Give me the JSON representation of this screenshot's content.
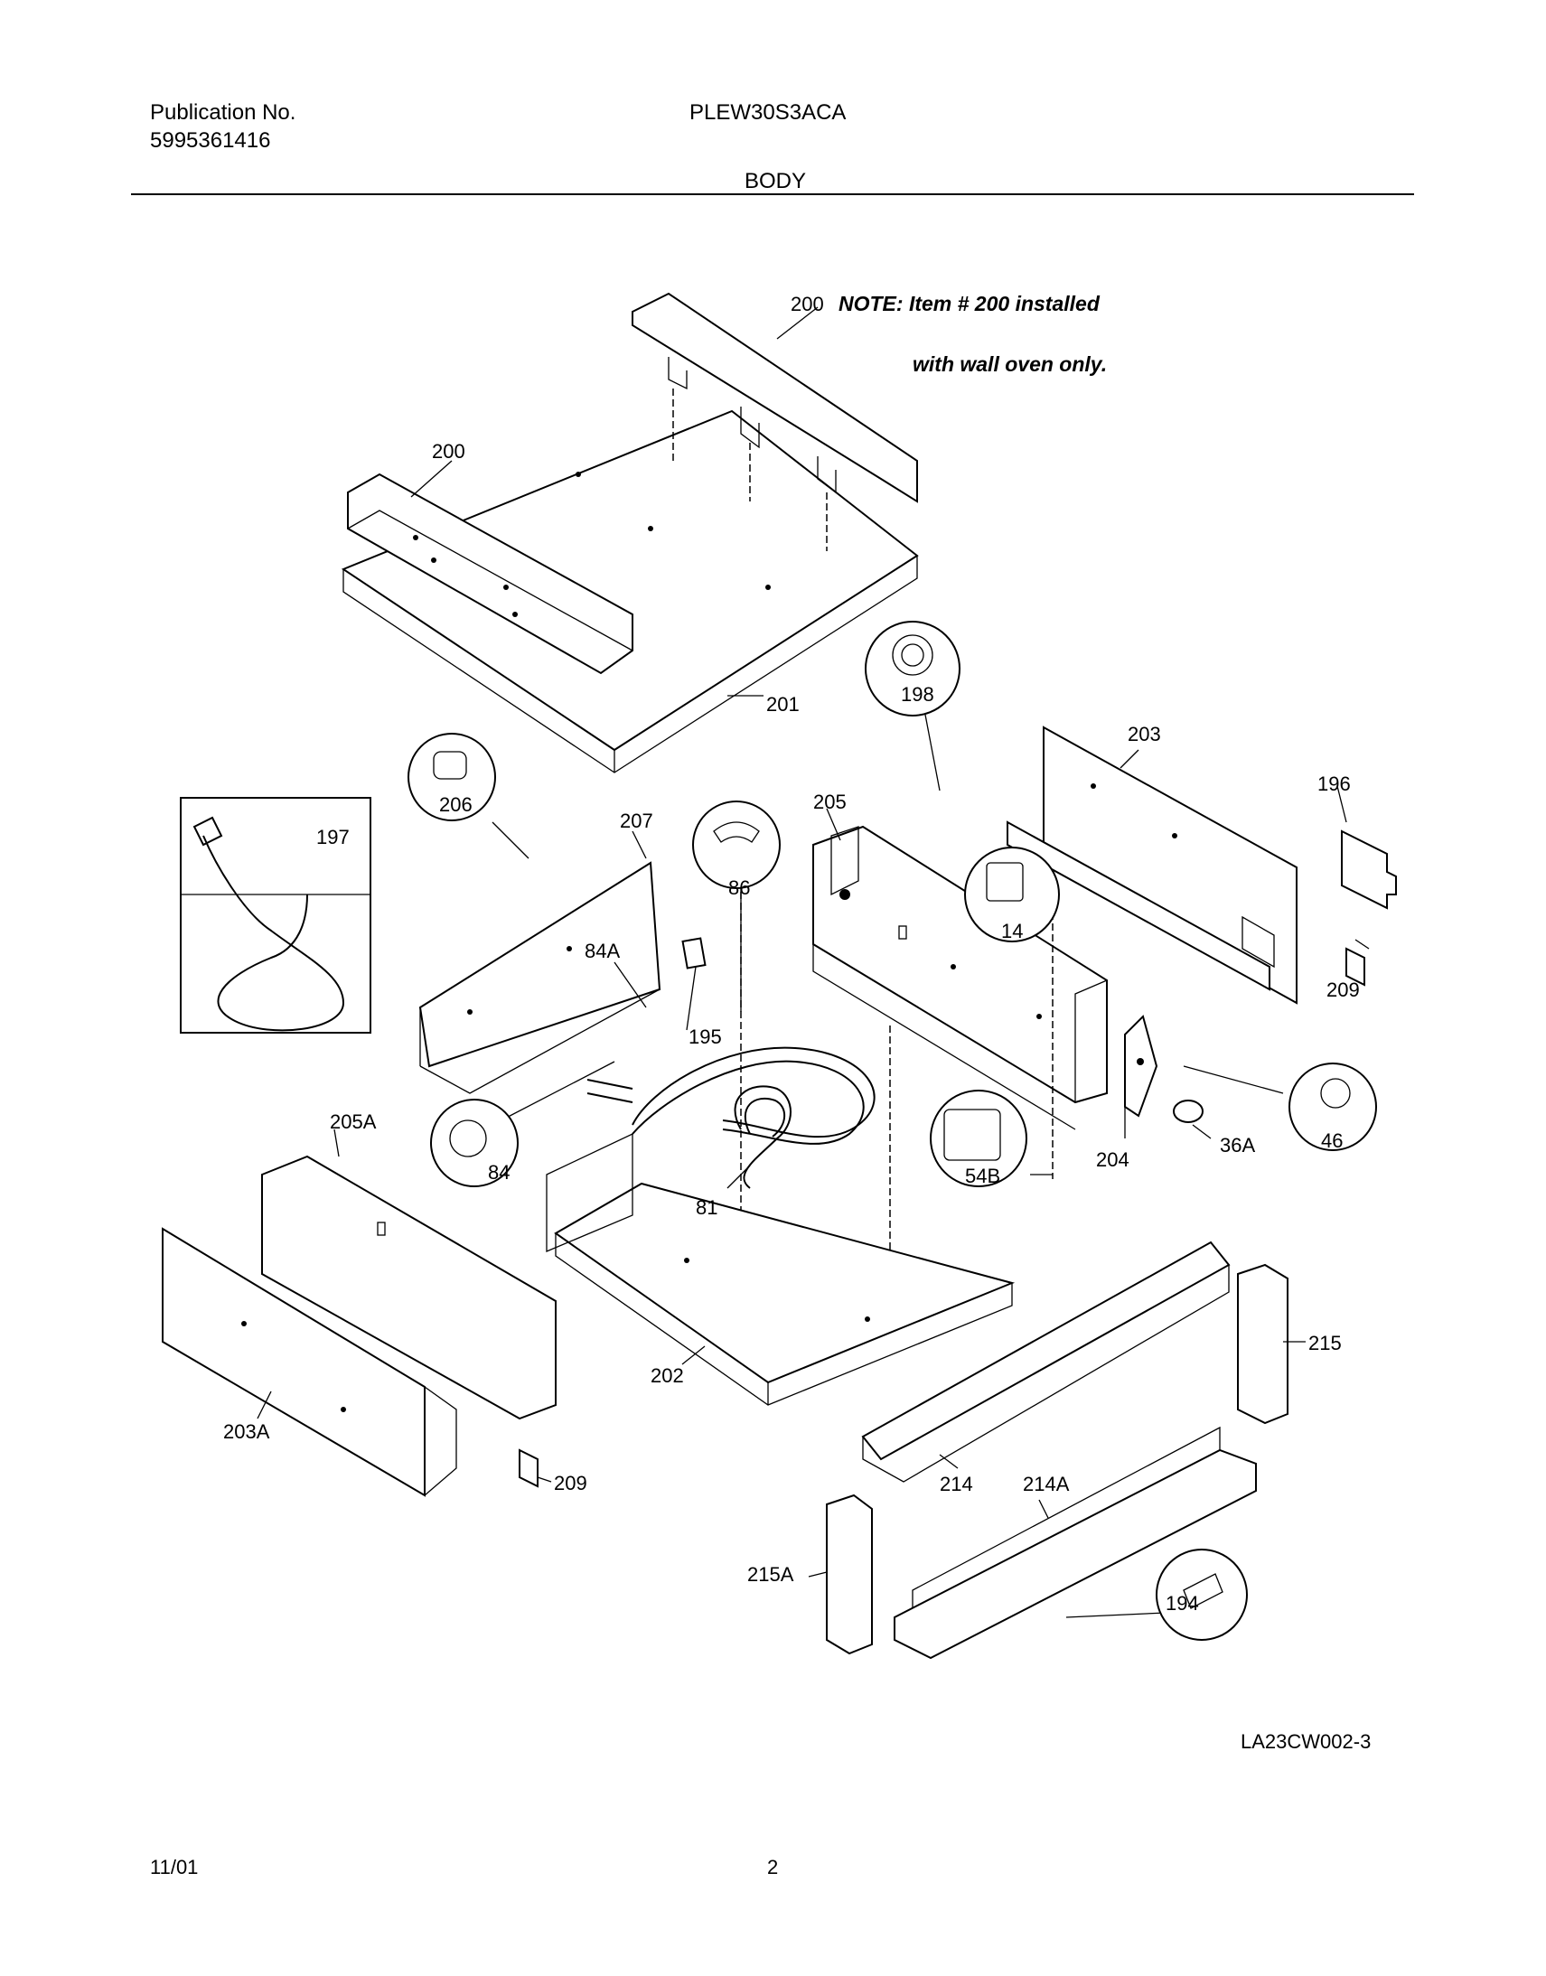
{
  "header": {
    "publication_label": "Publication No.",
    "publication_number": "5995361416",
    "model": "PLEW30S3ACA",
    "section": "BODY"
  },
  "note": {
    "line1": "NOTE: Item # 200 installed",
    "line2": "with wall oven only."
  },
  "callouts": {
    "c200_top": "200",
    "c200_left": "200",
    "c201": "201",
    "c198": "198",
    "c203": "203",
    "c196": "196",
    "c206": "206",
    "c197": "197",
    "c207": "207",
    "c86": "86",
    "c205": "205",
    "c14": "14",
    "c84A": "84A",
    "c195": "195",
    "c209_right": "209",
    "c204": "204",
    "c36A": "36A",
    "c46": "46",
    "c54B": "54B",
    "c84": "84",
    "c81": "81",
    "c205A": "205A",
    "c215": "215",
    "c202": "202",
    "c203A": "203A",
    "c209_left": "209",
    "c214": "214",
    "c214A": "214A",
    "c215A": "215A",
    "c194": "194"
  },
  "diagram_id": "LA23CW002-3",
  "footer": {
    "date": "11/01",
    "page": "2"
  }
}
